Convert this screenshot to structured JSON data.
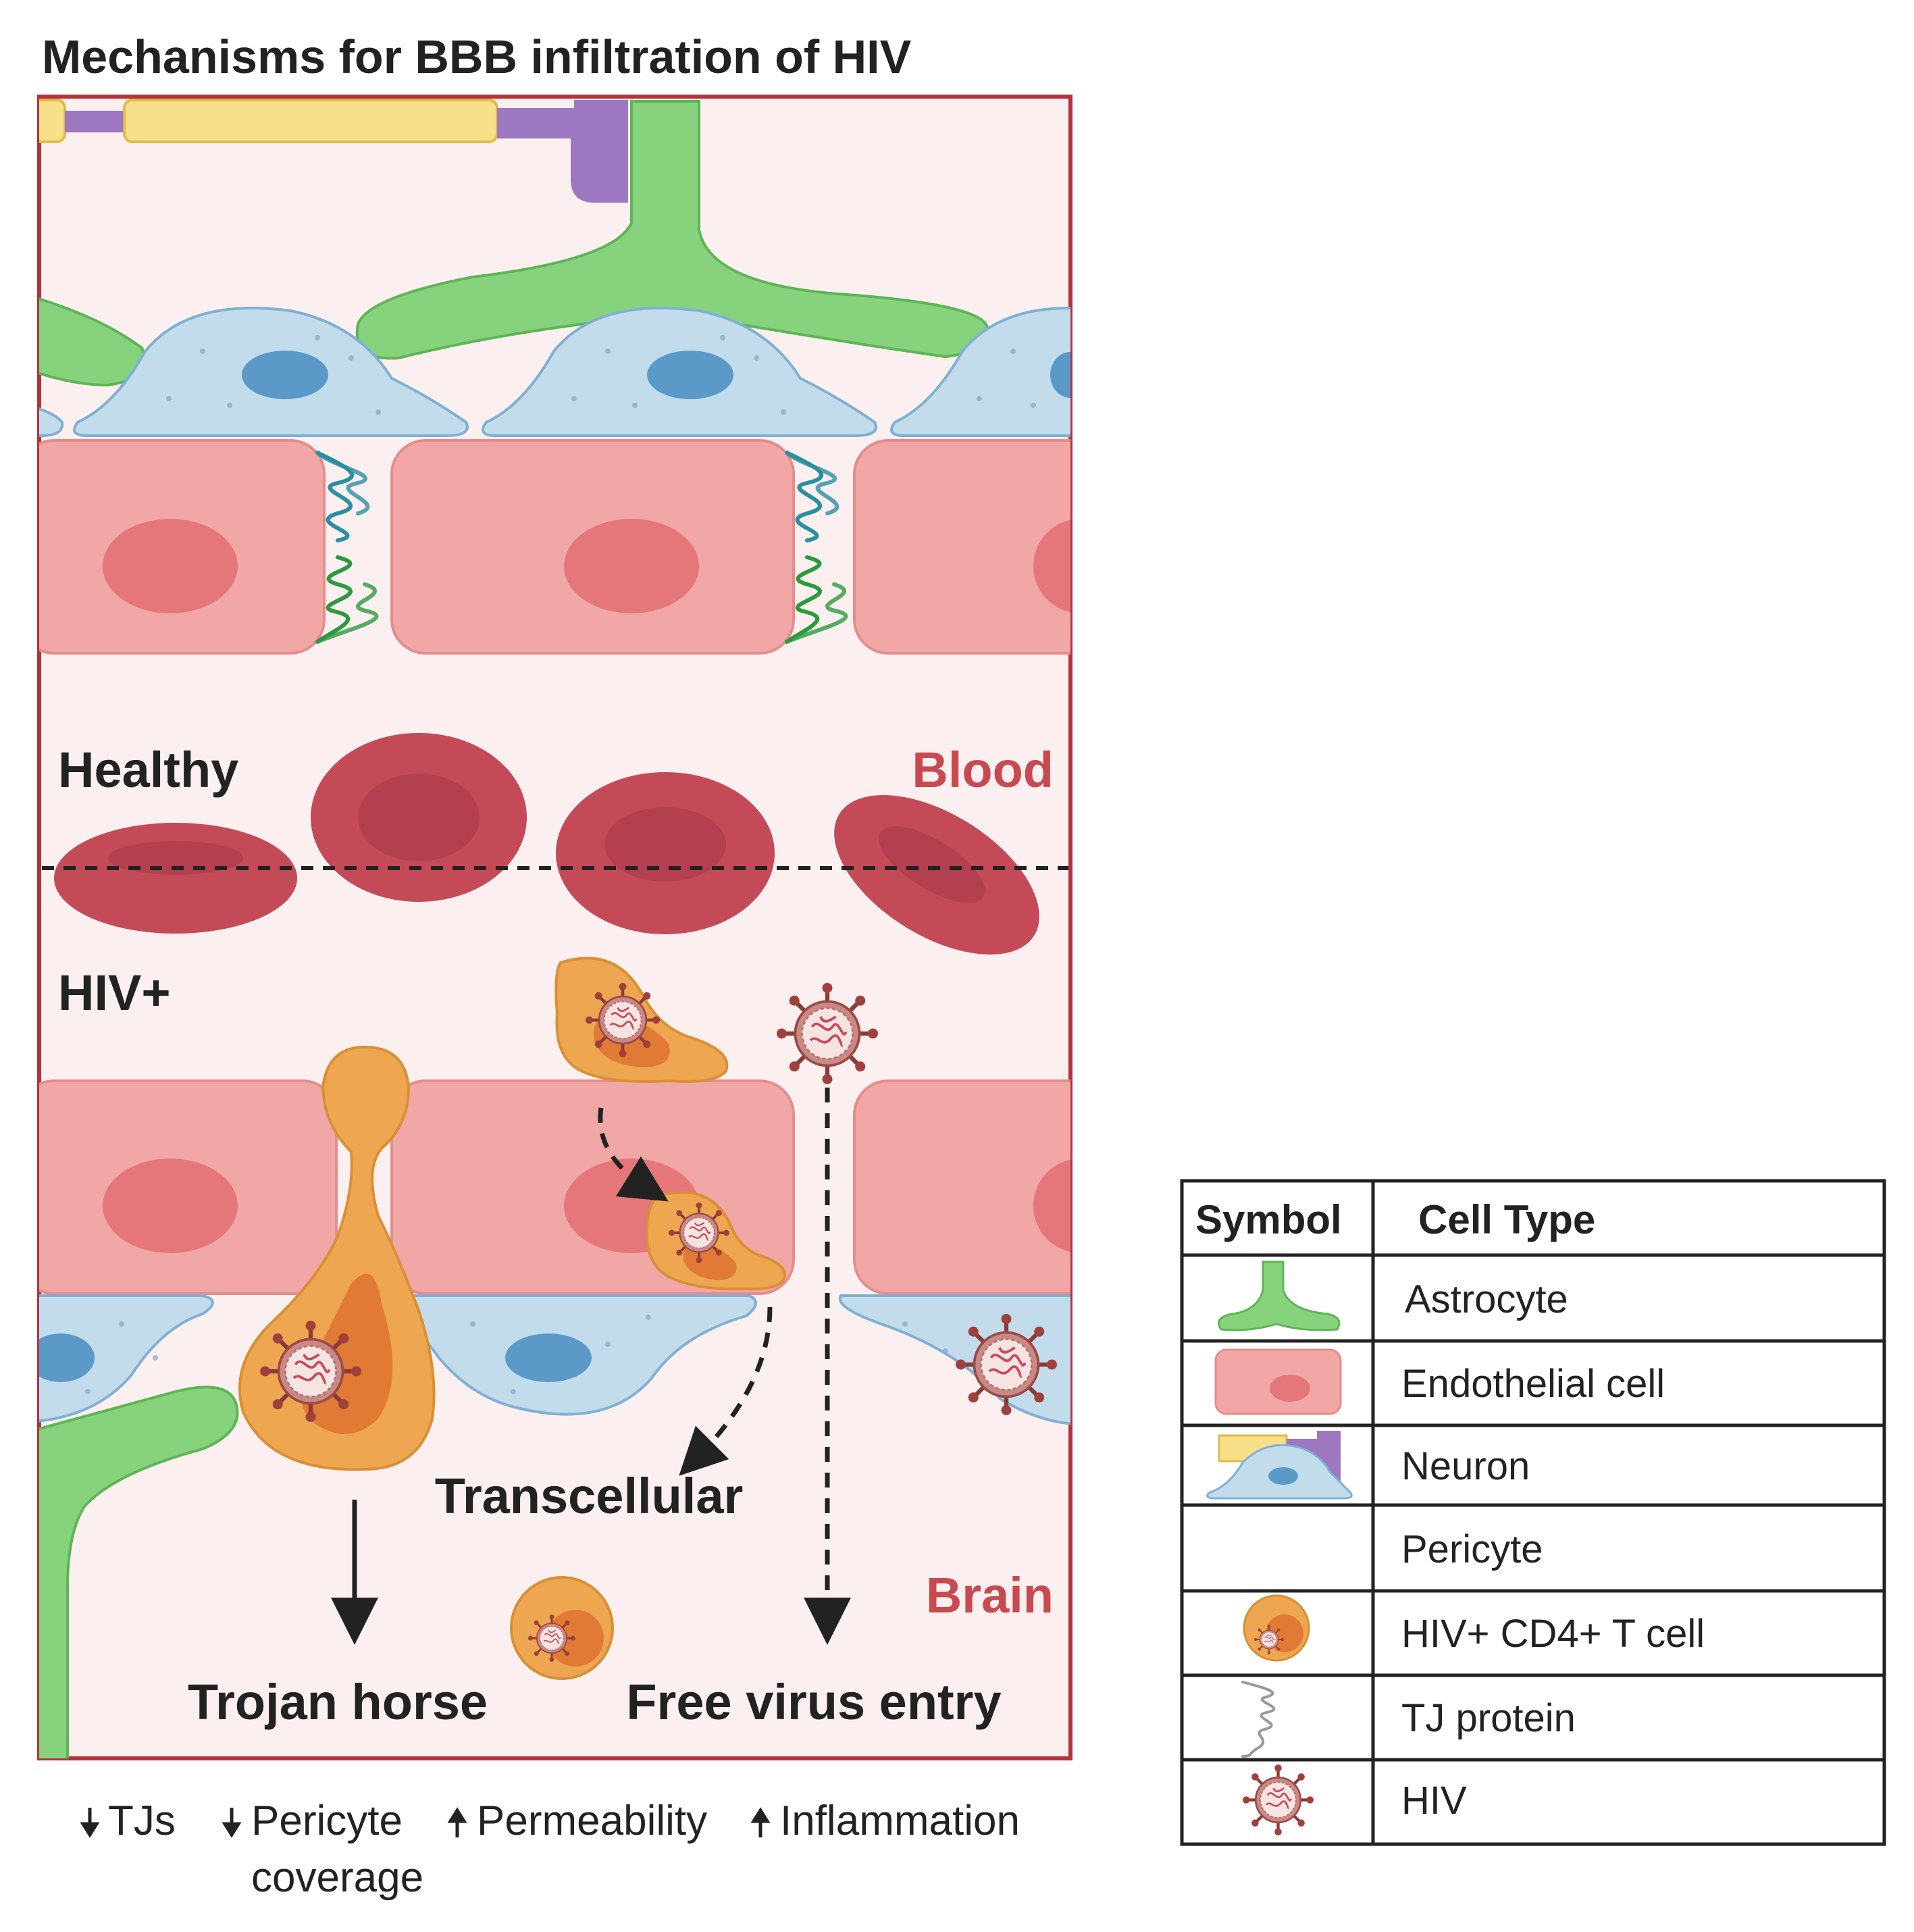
{
  "title": "Mechanisms for BBB infiltration of HIV",
  "panel": {
    "healthy_label": "Healthy",
    "hiv_label": "HIV+",
    "blood_label": "Blood",
    "brain_label": "Brain",
    "transcellular_label": "Transcellular",
    "trojan_label": "Trojan horse",
    "free_virus_label": "Free virus entry"
  },
  "effects": [
    {
      "direction": "down",
      "label": "TJs",
      "label2": ""
    },
    {
      "direction": "down",
      "label": "Pericyte",
      "label2": "coverage"
    },
    {
      "direction": "up",
      "label": "Permeability",
      "label2": ""
    },
    {
      "direction": "up",
      "label": "Inflammation",
      "label2": ""
    }
  ],
  "legend": {
    "headers": [
      "Symbol",
      "Cell Type"
    ],
    "rows": [
      {
        "icon": "astrocyte-icon",
        "label": "Astrocyte"
      },
      {
        "icon": "endothelial-cell-icon",
        "label": "Endothelial cell"
      },
      {
        "icon": "neuron-icon",
        "label": "Neuron"
      },
      {
        "icon": "pericyte-icon",
        "label": "Pericyte"
      },
      {
        "icon": "hiv-cd4-t-cell-icon",
        "label": "HIV+ CD4+ T cell"
      },
      {
        "icon": "tj-protein-icon",
        "label": "TJ protein"
      },
      {
        "icon": "hiv-icon",
        "label": "HIV"
      }
    ]
  },
  "colors": {
    "panel_bg": "#fbf0ef",
    "panel_border": "#b5323a",
    "astrocyte": "#86d27d",
    "endothelial": "#f2a7a7",
    "endothelial_nucleus": "#e5767a",
    "pericyte": "#c3dcec",
    "pericyte_nucleus": "#5b99c9",
    "rbc": "#c44a58",
    "tcell": "#eea650",
    "tcell_inner": "#e07a35",
    "neuron_axon": "#f8df8a",
    "neuron_body": "#9d78c0",
    "tj_blue": "#2b8fa3",
    "tj_green": "#2c9a3f",
    "label_red": "#c8494f"
  }
}
